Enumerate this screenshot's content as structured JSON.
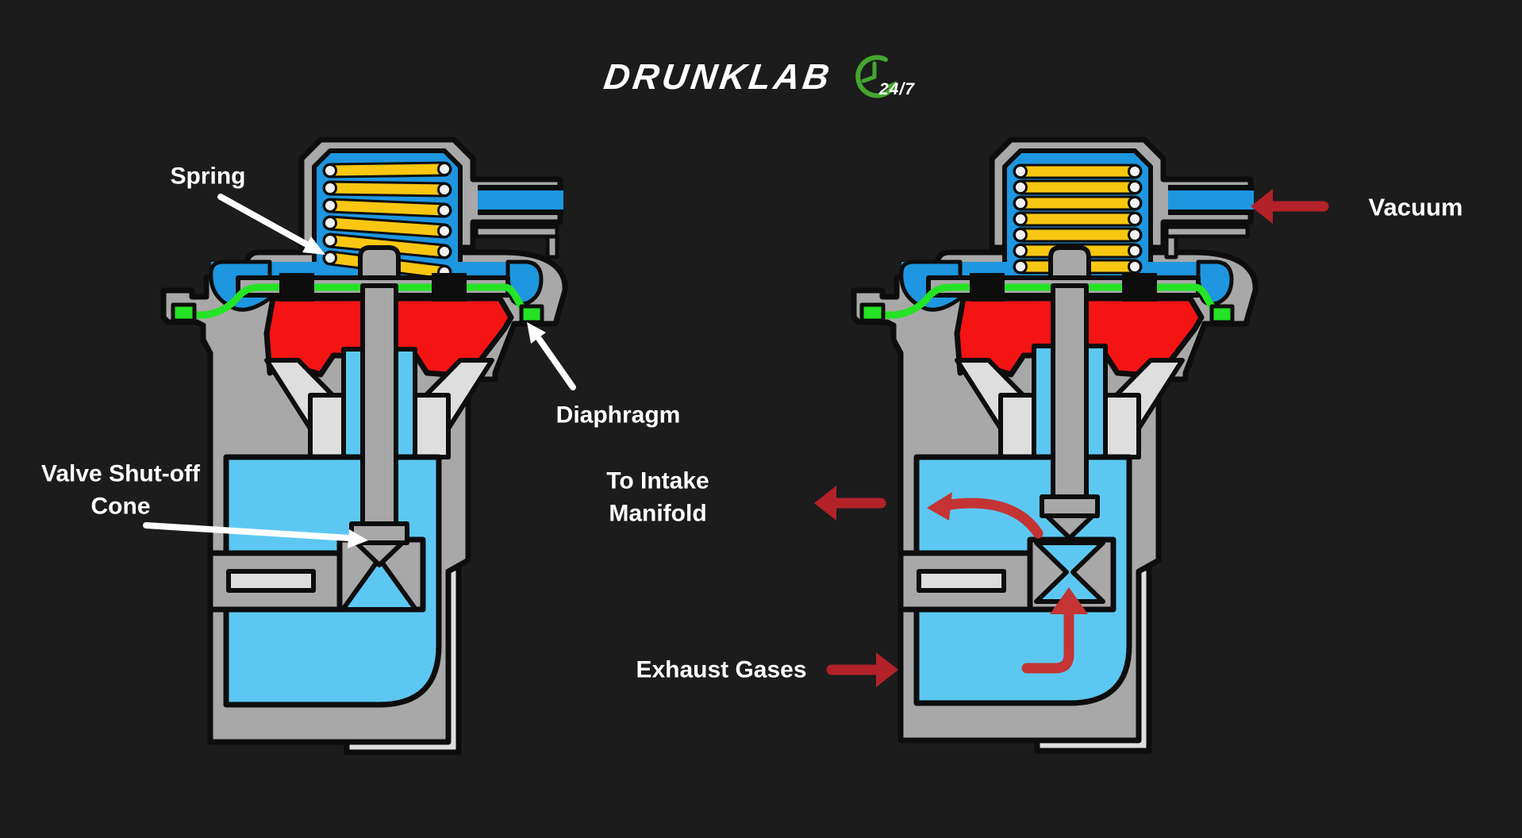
{
  "logo": {
    "brand": "DRUNKLAB",
    "badge": "24/7"
  },
  "labels": {
    "spring": "Spring",
    "diaphragm": "Diaphragm",
    "valve_cone": [
      "Valve Shut-off",
      "Cone"
    ],
    "vacuum": "Vacuum",
    "intake": [
      "To Intake",
      "Manifold"
    ],
    "exhaust": "Exhaust Gases"
  },
  "palette": {
    "background": "#1c1c1c",
    "outline": "#0d0d0d",
    "housing": "#a8a8a8",
    "housing_light": "#dedede",
    "chamber_blue": "#1e96e0",
    "exhaust_cyan": "#5cc8f2",
    "diaphragm_red": "#f41414",
    "seal_green": "#25e325",
    "spring_yellow": "#f8c711",
    "dot_fill": "#f2f2f2",
    "arrow_dark_red": "#b22228",
    "arrow_flow_red": "#c43434",
    "label_white": "#ffffff",
    "logo_green": "#43a62e"
  },
  "diagram": {
    "left_valve_state": "closed",
    "right_valve_state": "open"
  }
}
